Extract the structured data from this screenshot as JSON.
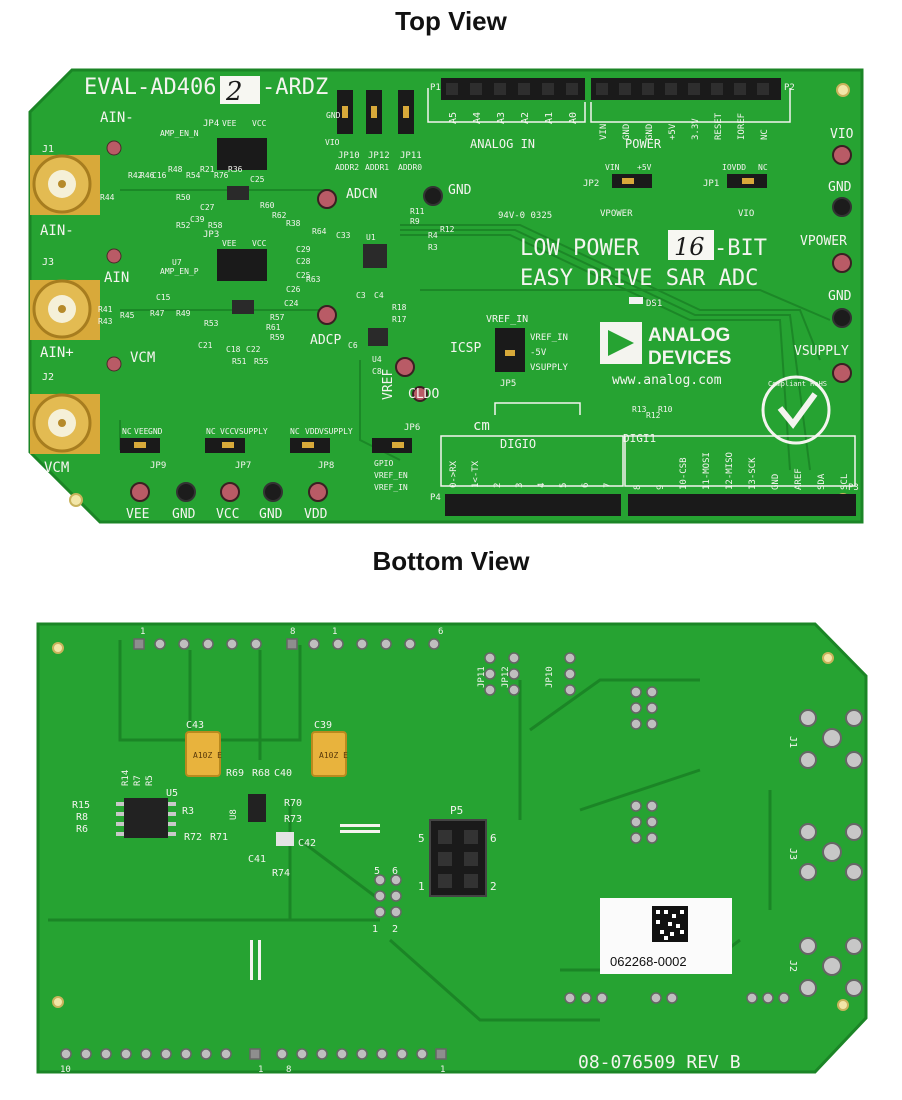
{
  "titles": {
    "top": "Top View",
    "bottom": "Bottom View"
  },
  "colors": {
    "pcb": "#26a332",
    "pcb_dark": "#1b8526",
    "silk": "#f4f4ef",
    "header": "#1a1a1a",
    "gold": "#d8a93a",
    "tp_red": "#b95b66"
  },
  "top": {
    "board_name_a": "EVAL-AD406",
    "board_name_hand": "2",
    "board_name_b": "-ARDZ",
    "bits_a": "LOW POWER",
    "bits_hand": "16",
    "bits_b": "-BIT",
    "adc_line": "EASY DRIVE SAR ADC",
    "logo_a": "ANALOG",
    "logo_b": "DEVICES",
    "website": "www.analog.com",
    "rohs": "Compliant RoHS",
    "ul": "94V-0  0325",
    "analog_in": "ANALOG IN",
    "power": "POWER",
    "digio": "DIGIO",
    "digi1": "DIGI1",
    "cm": "cm",
    "vpower_box": "VPOWER",
    "vio_box": "VIO",
    "labels": {
      "ain_minus_top": "AIN-",
      "ain_minus": "AIN-",
      "ain": "AIN",
      "ain_plus": "AIN+",
      "vcm_top": "VCM",
      "vcm": "VCM",
      "j1": "J1",
      "j3": "J3",
      "j2": "J2",
      "adcn": "ADCN",
      "adcp": "ADCP",
      "gnd_mid": "GND",
      "vref": "VREF",
      "cldo": "CLDO",
      "icsp": "ICSP",
      "vio_r": "VIO",
      "gnd_r1": "GND",
      "vpower_r": "VPOWER",
      "gnd_r2": "GND",
      "vsupply_r": "VSUPPLY",
      "vee_b": "VEE",
      "gnd_b1": "GND",
      "vcc_b": "VCC",
      "gnd_b2": "GND",
      "vdd_b": "VDD",
      "jp4": "JP4",
      "amp_en_n": "AMP_EN_N",
      "jp3": "JP3",
      "amp_en_p": "AMP_EN_P",
      "vee_h": "VEE",
      "vcc_h": "VCC",
      "vee_h2": "VEE",
      "vcc_h2": "VCC",
      "jp10": "JP10",
      "addr2": "ADDR2",
      "jp12": "JP12",
      "addr1": "ADDR1",
      "jp11": "JP11",
      "addr0": "ADDR0",
      "gnd_j": "GND",
      "vio_j": "VIO",
      "jp2": "JP2",
      "vin_j": "VIN",
      "p5v_j": "+5V",
      "jp1": "JP1",
      "iovdd_j": "IOVDD",
      "nc_j": "NC",
      "vref_in_a": "VREF_IN",
      "vref_in_b": "VREF_IN",
      "m5v": "-5V",
      "vsupply_j": "VSUPPLY",
      "jp5": "JP5",
      "jp9": "JP9",
      "jp7": "JP7",
      "jp8": "JP8",
      "jp6": "JP6",
      "nc9": "NC",
      "vee9": "VEE",
      "gnd9": "GND",
      "nc7": "NC",
      "vcc7": "VCC",
      "vsupply7": "VSUPPLY",
      "nc8": "NC",
      "vdd8": "VDD",
      "vsupply8": "VSUPPLY",
      "gpio6": "GPIO",
      "vref_en6": "VREF_EN",
      "vref_in6": "VREF_IN",
      "p1": "P1",
      "p2": "P2",
      "p3": "P3",
      "p4": "P4",
      "ds1": "DS1",
      "u1": "U1",
      "u4": "U4",
      "u7": "U7",
      "analog_pins": [
        "A5",
        "A4",
        "A3",
        "A2",
        "A1",
        "A0"
      ],
      "power_pins": [
        "VIN",
        "GND",
        "GND",
        "+5V",
        "3.3V",
        "RESET",
        "IOREF",
        "NC"
      ],
      "digio_pins": [
        "0->RX",
        "1<-TX",
        "2",
        "3",
        "4",
        "5",
        "6",
        "7"
      ],
      "digi1_pins": [
        "8",
        "9",
        "10-CSB",
        "11-MOSI",
        "12-MISO",
        "13-SCK",
        "GND",
        "AREF",
        "SDA",
        "SCL"
      ],
      "refdes": [
        "R42",
        "R46",
        "C16",
        "R48",
        "R54",
        "R21",
        "R76",
        "R36",
        "R44",
        "C25",
        "R50",
        "C27",
        "R60",
        "R62",
        "C39",
        "R52",
        "R58",
        "R38",
        "R64",
        "C33",
        "R63",
        "C29",
        "C28",
        "R11",
        "R9",
        "R4",
        "R12",
        "R3",
        "C3",
        "C4",
        "R18",
        "R17",
        "C6",
        "C8",
        "R10",
        "R13",
        "R12",
        "C15",
        "R41",
        "R43",
        "R45",
        "R47",
        "R49",
        "R53",
        "C18",
        "C22",
        "R61",
        "R59",
        "R57",
        "R55",
        "R51",
        "C21",
        "C26",
        "C24",
        "C25"
      ]
    }
  },
  "bottom": {
    "rev": "08-076509  REV B",
    "serial": "062268-0002",
    "p5": "P5",
    "labels": {
      "c43": "C43",
      "c39": "C39",
      "cap_mark_a": "A10Z E",
      "cap_mark_b": "A10Z E",
      "r14": "R14",
      "r7": "R7",
      "r5": "R5",
      "r15": "R15",
      "r8": "R8",
      "r6": "R6",
      "u5": "U5",
      "r3": "R3",
      "r69": "R69",
      "r68": "R68",
      "c40": "C40",
      "u8": "U8",
      "r70": "R70",
      "r73": "R73",
      "r72": "R72",
      "r71": "R71",
      "c41": "C41",
      "c42": "C42",
      "r74": "R74",
      "jp11": "JP11",
      "jp12": "JP12",
      "jp10": "JP10",
      "j1": "J1",
      "j3": "J3",
      "j2": "J2",
      "n1a": "1",
      "n8": "8",
      "n1b": "1",
      "n6": "6",
      "p5_5": "5",
      "p5_6": "6",
      "p5_1": "1",
      "p5_2": "2",
      "h_5": "5",
      "h_6": "6",
      "h_1": "1",
      "h_2": "2",
      "b10": "10",
      "b1a": "1",
      "b8": "8",
      "b1b": "1"
    }
  }
}
